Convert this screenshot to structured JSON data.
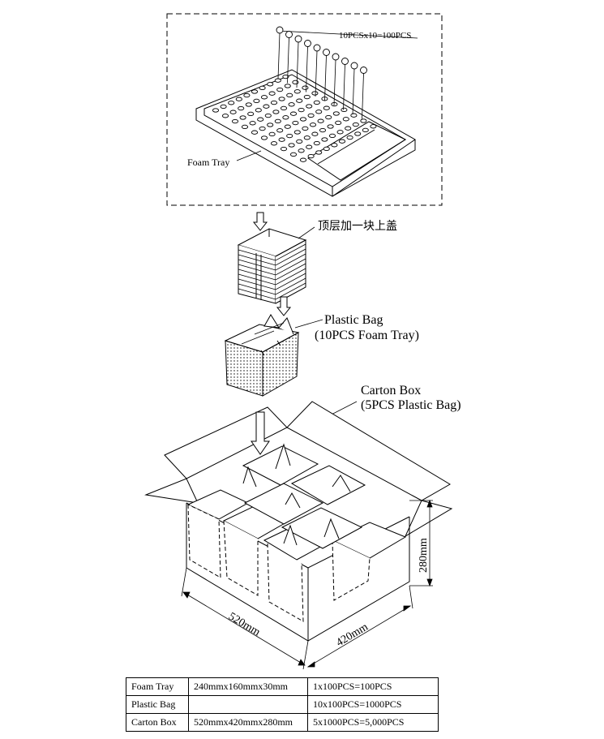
{
  "labels": {
    "pcs_formula": "10PCSx10=100PCS",
    "foam_tray": "Foam Tray",
    "top_cover_note": "顶层加一块上盖",
    "plastic_bag_title": "Plastic Bag",
    "plastic_bag_sub": "(10PCS Foam Tray)",
    "carton_box_title": "Carton Box",
    "carton_box_sub": "(5PCS Plastic Bag)",
    "dim_height": "280mm",
    "dim_length": "520mm",
    "dim_width": "420mm"
  },
  "table": {
    "rows": [
      {
        "item": "Foam Tray",
        "size": "240mmx160mmx30mm",
        "qty": "1x100PCS=100PCS"
      },
      {
        "item": "Plastic Bag",
        "size": "",
        "qty": "10x100PCS=1000PCS"
      },
      {
        "item": "Carton Box",
        "size": "520mmx420mmx280mm",
        "qty": "5x1000PCS=5,000PCS"
      }
    ]
  }
}
